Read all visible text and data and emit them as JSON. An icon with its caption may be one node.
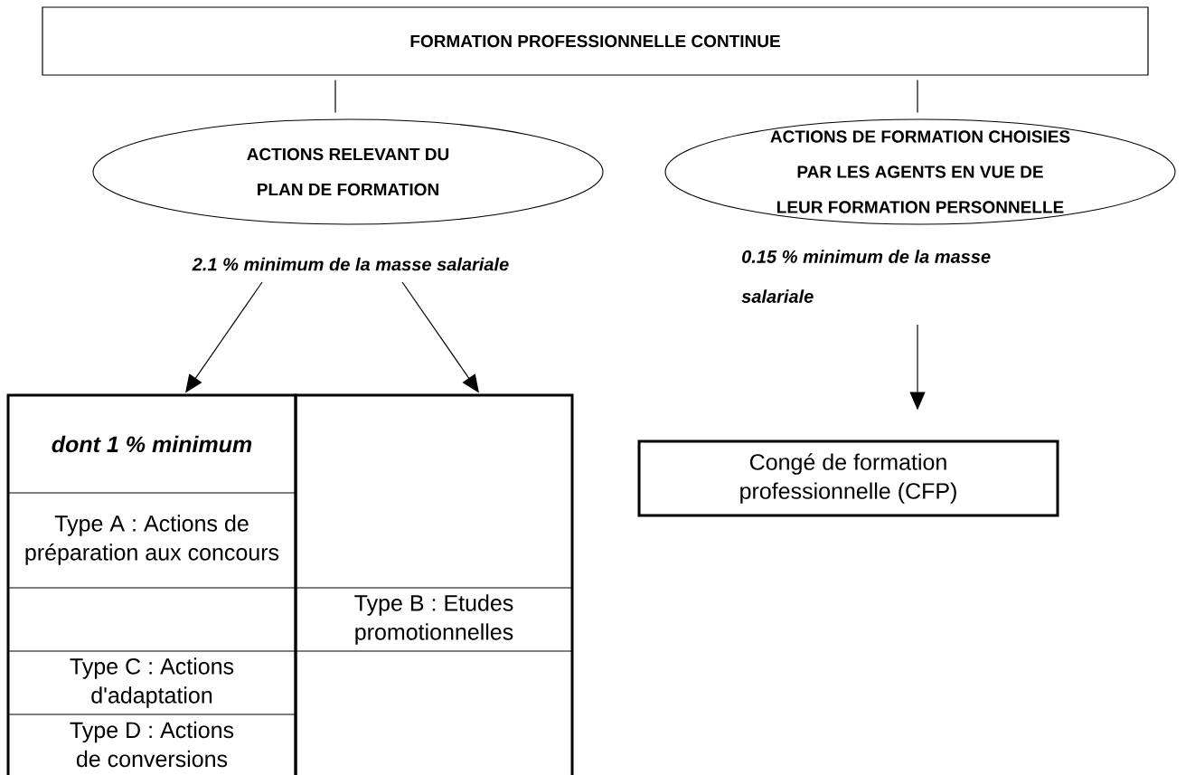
{
  "diagram": {
    "nodes": [
      {
        "text": [
          "FORMATION PROFESSIONNELLE CONTINUE"
        ]
      },
      {
        "text": [
          "ACTIONS RELEVANT DU PLAN DE FORMATION"
        ]
      },
      {
        "text": [
          "ACTIONS DE FORMATION CHOISIES PAR LES AGENTS EN VUE DE LEUR FORMATION PERSONNELLE"
        ]
      },
      {
        "text": [
          "2.1 % minimum de la masse salariale"
        ]
      },
      {
        "text": [
          "0.15 % minimum de la masse salariale"
        ]
      },
      {
        "text": [
          "dont 1 % minimum",
          "Type A : Actions de préparation aux concours",
          "Type C : Actions d'adaptation",
          "Type D : Actions de conversions"
        ]
      },
      {
        "text": [
          "Type B  : Etudes promotionnelles"
        ]
      },
      {
        "text": [
          "Congé de formation professionnelle (CFP)"
        ]
      }
    ],
    "edges": [
      {
        "from": 0,
        "to": 1,
        "arrow": "none"
      },
      {
        "from": 0,
        "to": 2,
        "arrow": "none"
      },
      {
        "from": 3,
        "to": 5,
        "arrow": "to"
      },
      {
        "from": 3,
        "to": 6,
        "arrow": "to"
      },
      {
        "from": 4,
        "to": 7,
        "arrow": "to"
      }
    ]
  }
}
